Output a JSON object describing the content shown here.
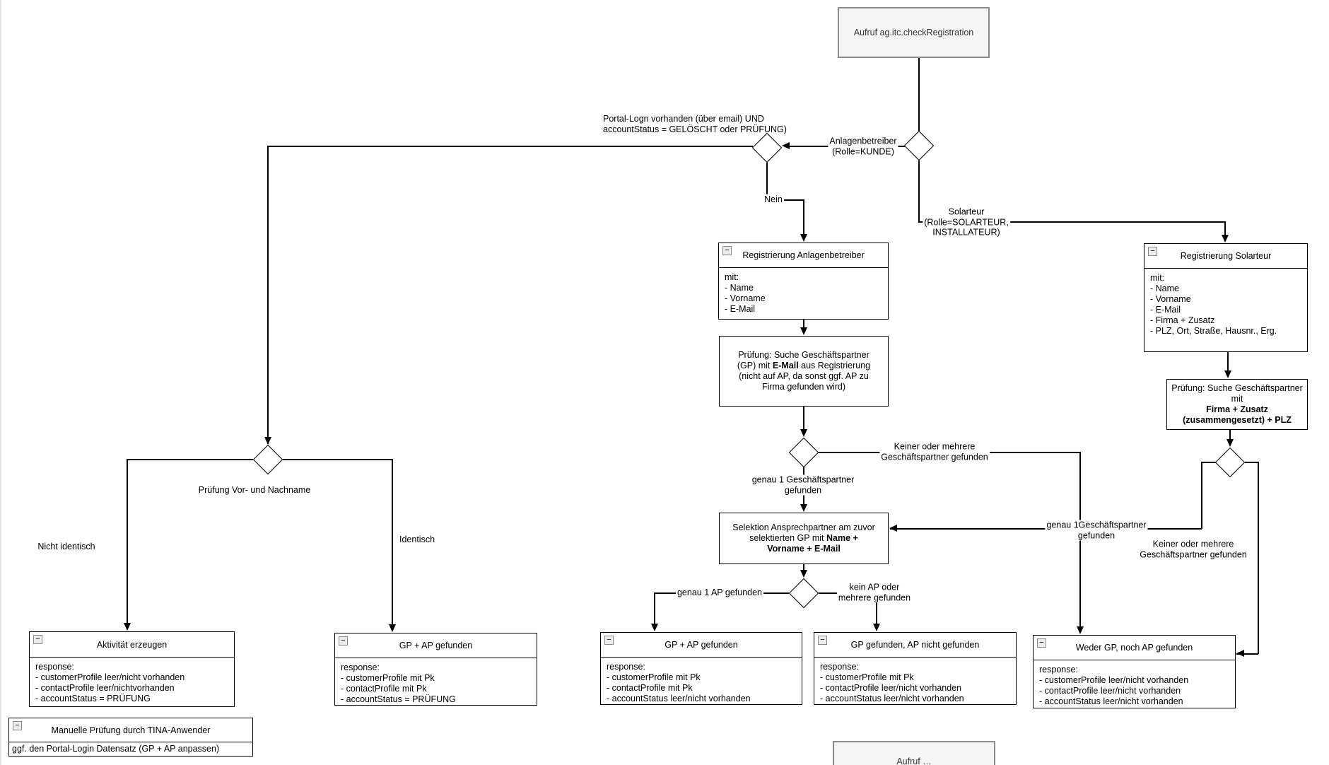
{
  "canvas": {
    "background": "#ffffff",
    "line_color": "#000000",
    "grey_fill": "#f5f5f5",
    "grey_stroke": "#8c8c8c"
  },
  "nodes": {
    "aufruf": {
      "label": "Aufruf ag.itc.checkRegistration"
    },
    "reg_anlagenbetreiber": {
      "title": "Registrierung Anlagenbetreiber",
      "body": [
        "mit:",
        "- Name",
        "- Vorname",
        "- E-Mail"
      ]
    },
    "pruef_email": {
      "lines": [
        [
          {
            "t": "Prüfung: Suche Geschäftspartner"
          }
        ],
        [
          {
            "t": "(GP) mit "
          },
          {
            "t": "E-Mail",
            "b": true
          },
          {
            "t": " aus Registrierung"
          }
        ],
        [
          {
            "t": "(nicht auf AP, da sonst ggf. AP zu"
          }
        ],
        [
          {
            "t": "Firma gefunden wird)"
          }
        ]
      ]
    },
    "selektion": {
      "lines": [
        [
          {
            "t": "Selektion Ansprechpartner am zuvor"
          }
        ],
        [
          {
            "t": "selektierten GP mit "
          },
          {
            "t": "Name +",
            "b": true
          }
        ],
        [
          {
            "t": "Vorname + E-Mail",
            "b": true
          }
        ]
      ]
    },
    "reg_solarteur": {
      "title": "Registrierung Solarteur",
      "body": [
        "mit:",
        "- Name",
        "- Vorname",
        "- E-Mail",
        "- Firma + Zusatz",
        "- PLZ, Ort, Straße, Hausnr., Erg."
      ]
    },
    "pruef_firma": {
      "lines": [
        [
          {
            "t": "Prüfung: Suche Geschäftspartner mit"
          }
        ],
        [
          {
            "t": "Firma + Zusatz",
            "b": true
          }
        ],
        [
          {
            "t": "(zusammengesetzt) + PLZ",
            "b": true
          }
        ]
      ]
    },
    "aktivitaet": {
      "title": "Aktivität erzeugen",
      "body": [
        "response:",
        "- customerProfile leer/nicht vorhanden",
        "- contactProfile leer/nichtvorhanden",
        "- accountStatus = PRÜFUNG"
      ]
    },
    "gp_ap_1": {
      "title": "GP + AP gefunden",
      "body": [
        "response:",
        "- customerProfile mit Pk",
        "- contactProfile mit Pk",
        "- accountStatus = PRÜFUNG"
      ]
    },
    "gp_ap_2": {
      "title": "GP + AP gefunden",
      "body": [
        "response:",
        "- customerProfile mit Pk",
        "- contactProfile mit Pk",
        "- accountStatus leer/nicht vorhanden"
      ]
    },
    "gp_ohne_ap": {
      "title": "GP gefunden, AP nicht gefunden",
      "body": [
        "response:",
        "- customerProfile mit Pk",
        "- contactProfile leer/nicht vorhanden",
        "- accountStatus leer/nicht vorhanden"
      ]
    },
    "weder_gp_ap": {
      "title": "Weder GP, noch AP gefunden",
      "body": [
        "response:",
        "- customerProfile leer/nicht vorhanden",
        "- contactProfile leer/nicht vorhanden",
        "- accountStatus leer/nicht vorhanden"
      ]
    },
    "manuelle_pruefung": {
      "title": "Manuelle Prüfung durch TINA-Anwender",
      "body": [
        "ggf. den Portal-Login Datensatz (GP + AP anpassen)"
      ]
    },
    "aufruf_unten": {
      "label": "Aufruf …"
    }
  },
  "edge_labels": {
    "anlagenbetreiber": [
      "Anlagenbetreiber",
      "(Rolle=KUNDE)"
    ],
    "portal_login": [
      "Portal-Logn vorhanden (über email) UND",
      "accountStatus = GELÖSCHT oder PRÜFUNG)"
    ],
    "nein": "Nein",
    "solarteur": [
      "Solarteur",
      "(Rolle=SOLARTEUR,",
      "INSTALLATEUR)"
    ],
    "genau1_gp": [
      "genau 1 Geschäftspartner",
      "gefunden"
    ],
    "keiner_mehrere_1": [
      "Keiner oder mehrere",
      "Geschäftspartner gefunden"
    ],
    "genau1_gp_solarteur": [
      "genau 1Geschäftspartner",
      "gefunden"
    ],
    "keiner_mehrere_2": [
      "Keiner oder mehrere",
      "Geschäftspartner gefunden"
    ],
    "genau1_ap": "genau 1 AP gefunden",
    "kein_ap": [
      "kein AP oder",
      "mehrere gefunden"
    ],
    "pruefung_name": "Prüfung Vor- und Nachname",
    "nicht_identisch": "Nicht identisch",
    "identisch": "Identisch"
  },
  "icons": {
    "collapse_minus": "−"
  }
}
